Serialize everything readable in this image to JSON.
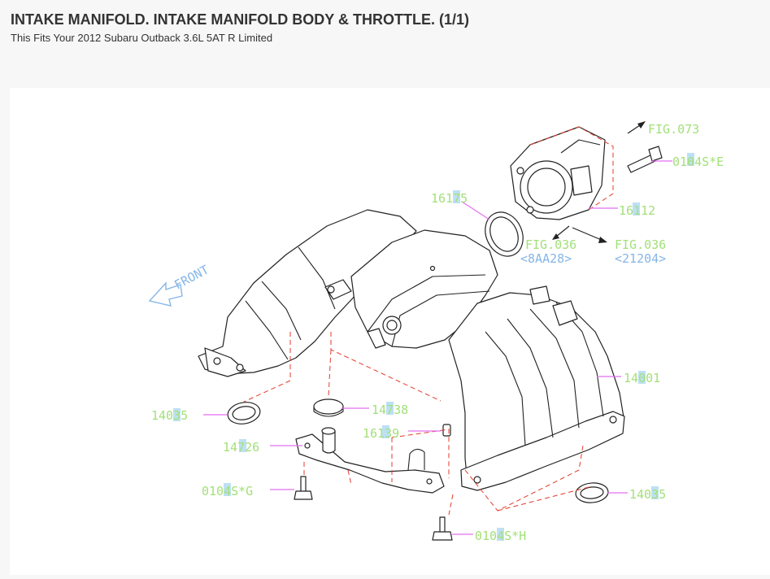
{
  "header": {
    "title": "INTAKE MANIFOLD. INTAKE MANIFOLD BODY & THROTTLE. (1/1)",
    "subtitle": "This Fits Your 2012 Subaru Outback 3.6L 5AT R Limited"
  },
  "diagram": {
    "front_label": "FRONT",
    "callouts": {
      "fig073": "FIG.073",
      "bolt_e": "0104S*E",
      "gasket_16175": "16175",
      "throttle_16112": "16112",
      "fig036_a": "FIG.036",
      "fig036_a_code": "<8AA28>",
      "fig036_b": "FIG.036",
      "fig036_b_code": "<21204>",
      "manifold_14001": "14001",
      "gasket_14035_left": "14035",
      "seal_14738": "14738",
      "cap_16139": "16139",
      "plate_14726": "14726",
      "bolt_g": "0104S*G",
      "gasket_14035_right": "14035",
      "bolt_h": "0104S*H"
    }
  }
}
